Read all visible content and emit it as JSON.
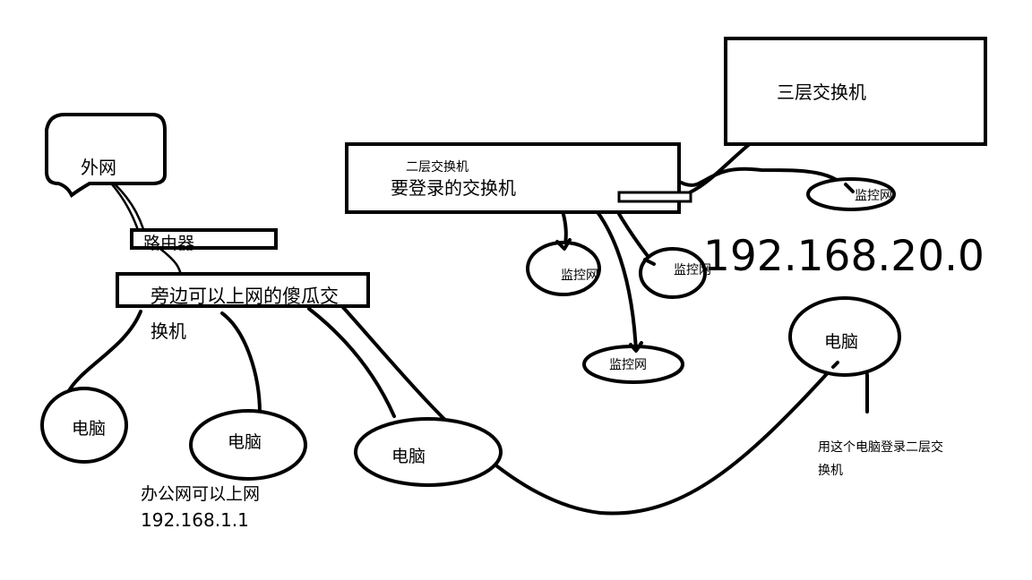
{
  "nodes": {
    "internet": "外网",
    "router": "路由器",
    "dumb_switch_line1": "旁边可以上网的傻瓜交",
    "dumb_switch_line2": "换机",
    "l2_switch_type": "二层交换机",
    "l2_switch_name": "要登录的交换机",
    "l3_switch": "三层交换机",
    "pc_1": "电脑",
    "pc_2": "电脑",
    "pc_3": "电脑",
    "pc_admin": "电脑",
    "camera_1": "监控网",
    "camera_2": "监控网",
    "camera_3": "监控网",
    "camera_4": "监控网"
  },
  "annotations": {
    "office_net": "办公网可以上网",
    "office_ip": "192.168.1.1",
    "camera_subnet": "192.168.20.0",
    "admin_note_line1": "用这个电脑登录二层交",
    "admin_note_line2": "换机"
  }
}
